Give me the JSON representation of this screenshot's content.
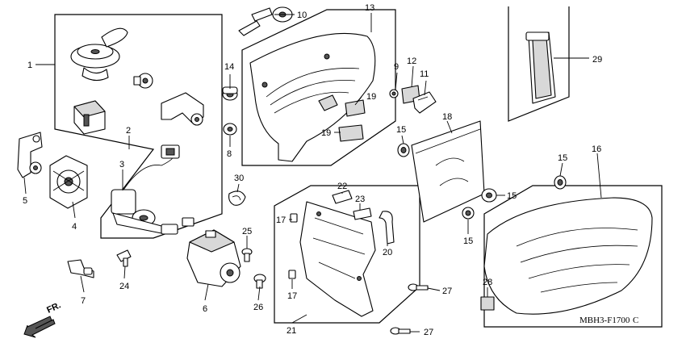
{
  "callouts": {
    "c1": "1",
    "c2": "2",
    "c3": "3",
    "c4": "4",
    "c5": "5",
    "c6": "6",
    "c7": "7",
    "c8": "8",
    "c9": "9",
    "c10": "10",
    "c11": "11",
    "c12": "12",
    "c13": "13",
    "c14": "14",
    "c15a": "15",
    "c15b": "15",
    "c15c": "15",
    "c15d": "15",
    "c16": "16",
    "c17a": "17",
    "c17b": "17",
    "c18": "18",
    "c19a": "19",
    "c19b": "19",
    "c20": "20",
    "c21": "21",
    "c22": "22",
    "c23": "23",
    "c24": "24",
    "c25": "25",
    "c26": "26",
    "c27a": "27",
    "c27b": "27",
    "c28": "28",
    "c29": "29",
    "c30": "30"
  },
  "direction_label": "FR.",
  "diagram_code": "MBH3-F1700",
  "diagram_suffix": "C"
}
